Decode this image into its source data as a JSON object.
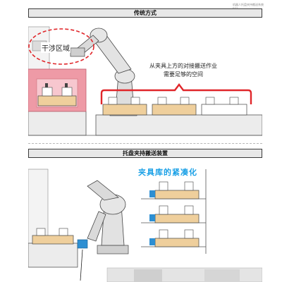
{
  "header": {
    "corner_note": "机器人托盘夹持搬送系统",
    "corner_page": "P73"
  },
  "section_traditional": {
    "title": "传统方式",
    "interference_label": "干涉区域",
    "caption_line1": "从夹具上方的对接搬送作业",
    "caption_line2": "需要足够的空间"
  },
  "section_pallet": {
    "title": "托盘夹持搬送装置",
    "headline": "夹具库的紧凑化"
  },
  "colors": {
    "interference_red": "#e0262a",
    "pink_frame": "#ee9aa6",
    "fixture_tan": "#efcf9c",
    "headline_blue": "#1aa0e6",
    "gripper_blue": "#2e8fd2"
  }
}
